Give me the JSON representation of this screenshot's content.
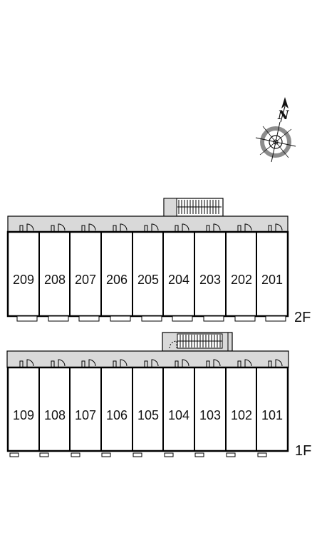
{
  "compass": {
    "letter": "N"
  },
  "floors": [
    {
      "label": "2F",
      "units": [
        "209",
        "208",
        "207",
        "206",
        "205",
        "204",
        "203",
        "202",
        "201"
      ]
    },
    {
      "label": "1F",
      "units": [
        "109",
        "108",
        "107",
        "106",
        "105",
        "104",
        "103",
        "102",
        "101"
      ]
    }
  ],
  "colors": {
    "corridor": "#d9d9d9",
    "wall": "#000000",
    "compass_ring": "#8c8c8c"
  }
}
